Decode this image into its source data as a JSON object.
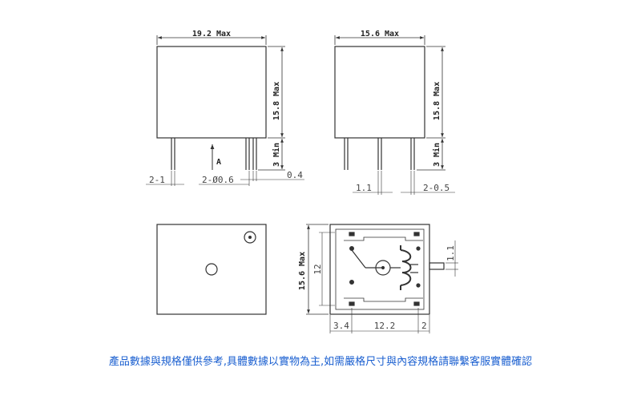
{
  "front_view": {
    "width_label": "19.2 Max",
    "height_label": "15.8 Max",
    "pin_length_label": "3 Min",
    "view_marker": "A",
    "pin_pitch_label": "2-1",
    "pin_diameter_label": "2-Ø0.6",
    "pin_offset_label": "0.4"
  },
  "side_view": {
    "width_label": "15.6 Max",
    "height_label": "15.8 Max",
    "pin_length_label": "3 Min",
    "pin_pitch_label": "1.1",
    "pin_thickness_label": "2-0.5"
  },
  "top_view": {},
  "bottom_view": {
    "height_label": "15.6 Max",
    "inner_height_label": "12",
    "pin_width_label": "1.1",
    "left_offset_label": "3.4",
    "center_spacing_label": "12.2",
    "right_offset_label": "2"
  },
  "caption": "產品數據與規格僅供參考,具體數據以實物為主,如需嚴格尺寸與內容規格請聯繫客服實體確認",
  "colors": {
    "line": "#333333",
    "caption": "#1a5fd0"
  }
}
